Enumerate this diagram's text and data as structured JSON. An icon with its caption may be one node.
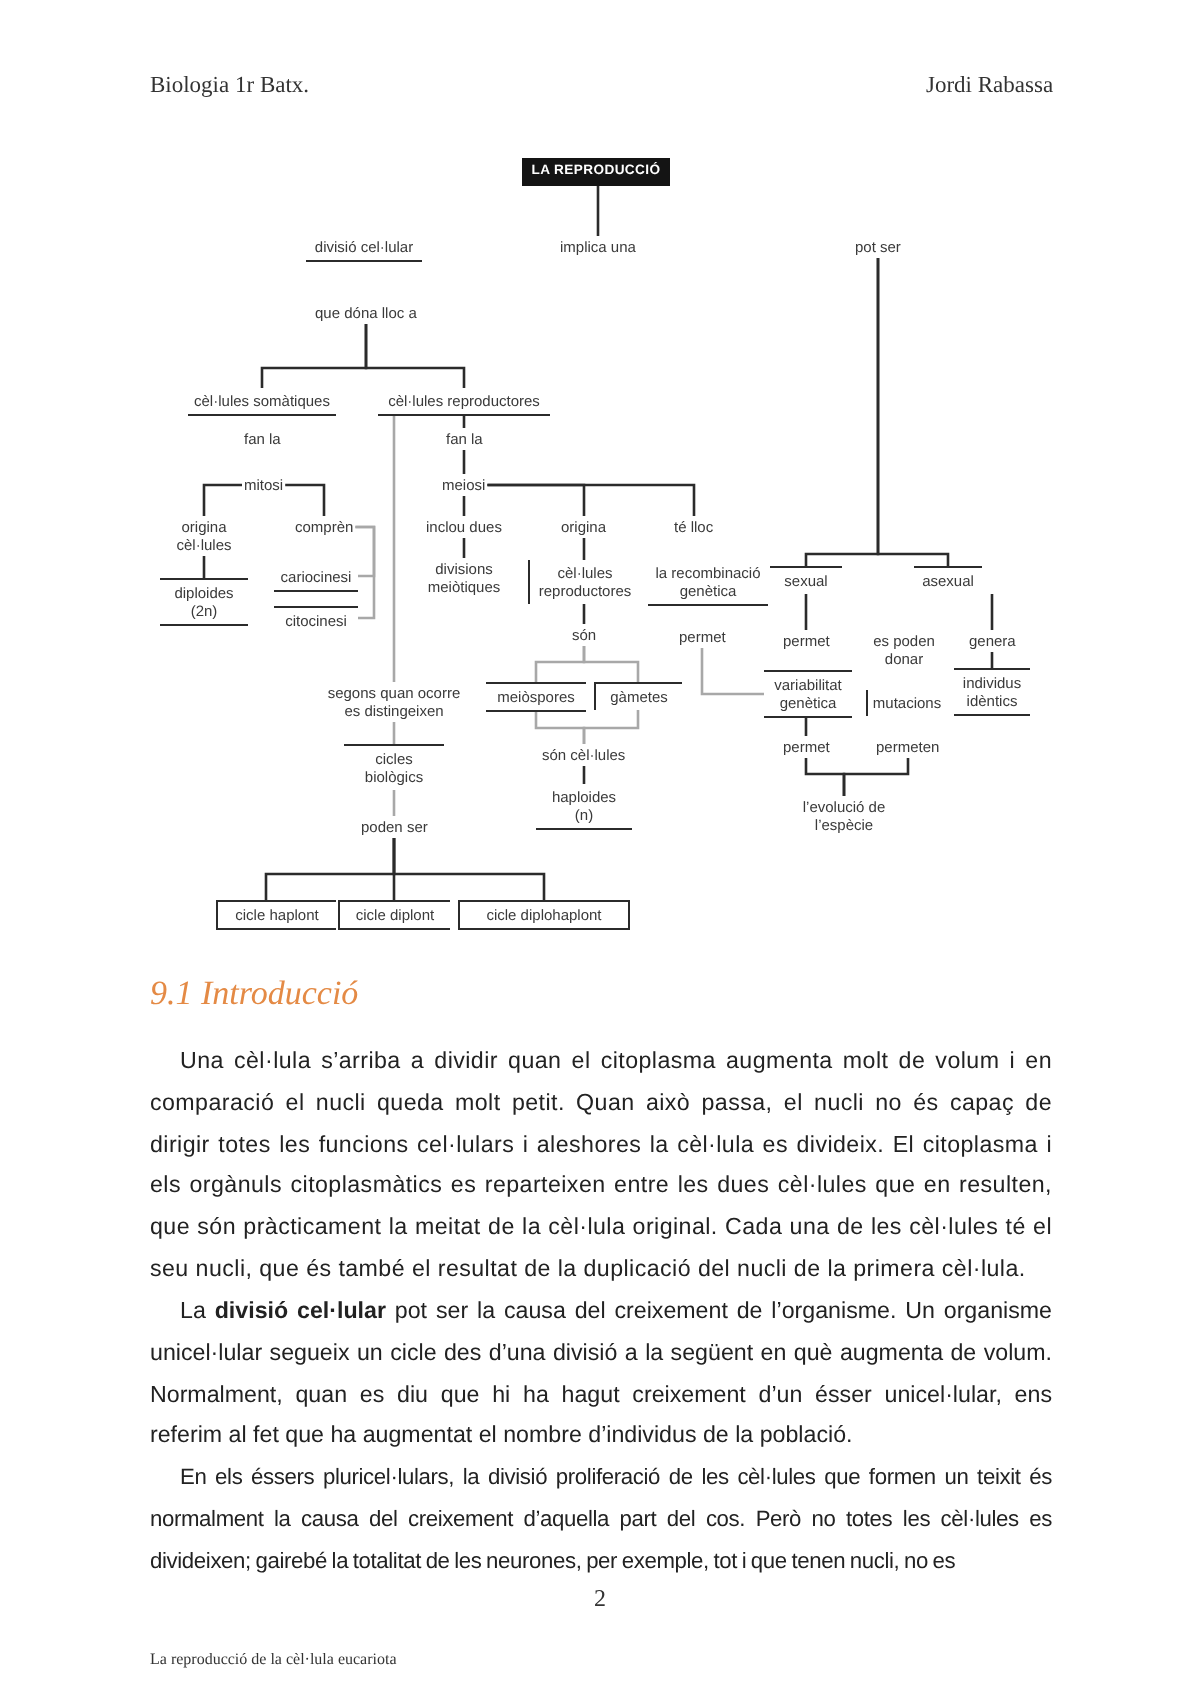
{
  "diagram": {
    "nodes": [
      {
        "text": [
          "LA REPRODUCCIÓ"
        ]
      },
      {
        "text": [
          "divisió cel·lular"
        ]
      },
      {
        "text": [
          "implica una"
        ]
      },
      {
        "text": [
          "pot ser"
        ]
      },
      {
        "text": [
          "que dóna lloc a"
        ]
      },
      {
        "text": [
          "cèl·lules somàtiques"
        ]
      },
      {
        "text": [
          "cèl·lules reproductores"
        ]
      },
      {
        "text": [
          "fan la"
        ]
      },
      {
        "text": [
          "fan la"
        ]
      },
      {
        "text": [
          "mitosi"
        ]
      },
      {
        "text": [
          "meiosi"
        ]
      },
      {
        "text": [
          "origina cèl·lules"
        ]
      },
      {
        "text": [
          "comprèn"
        ]
      },
      {
        "text": [
          "diploides (2n)"
        ]
      },
      {
        "text": [
          "cariocinesi"
        ]
      },
      {
        "text": [
          "citocinesi"
        ]
      },
      {
        "text": [
          "inclou dues"
        ]
      },
      {
        "text": [
          "divisions meiòtiques"
        ]
      },
      {
        "text": [
          "origina"
        ]
      },
      {
        "text": [
          "cèl·lules reproductores"
        ]
      },
      {
        "text": [
          "té lloc"
        ]
      },
      {
        "text": [
          "la recombinació genètica"
        ]
      },
      {
        "text": [
          "són"
        ]
      },
      {
        "text": [
          "permet"
        ]
      },
      {
        "text": [
          "sexual"
        ]
      },
      {
        "text": [
          "asexual"
        ]
      },
      {
        "text": [
          "permet"
        ]
      },
      {
        "text": [
          "es poden donar"
        ]
      },
      {
        "text": [
          "genera"
        ]
      },
      {
        "text": [
          "variabilitat genètica"
        ]
      },
      {
        "text": [
          "mutacions"
        ]
      },
      {
        "text": [
          "individus idèntics"
        ]
      },
      {
        "text": [
          "meiòspores"
        ]
      },
      {
        "text": [
          "gàmetes"
        ]
      },
      {
        "text": [
          "permet"
        ]
      },
      {
        "text": [
          "permeten"
        ]
      },
      {
        "text": [
          "l’evolució de l’espècie"
        ]
      },
      {
        "text": [
          "són cèl·lules"
        ]
      },
      {
        "text": [
          "haploides (n)"
        ]
      },
      {
        "text": [
          "segons quan ocorre es distingeixen"
        ]
      },
      {
        "text": [
          "cicles biològics"
        ]
      },
      {
        "text": [
          "poden ser"
        ]
      },
      {
        "text": [
          "cicle haplont"
        ]
      },
      {
        "text": [
          "cicle diplont"
        ]
      },
      {
        "text": [
          "cicle diplohaplont"
        ]
      }
    ],
    "edges": [
      {
        "from": 0,
        "to": 2,
        "arrow": "none"
      },
      {
        "from": 3,
        "to": 24,
        "arrow": "none"
      },
      {
        "from": 3,
        "to": 25,
        "arrow": "none"
      },
      {
        "from": 4,
        "to": 5,
        "arrow": "none"
      },
      {
        "from": 4,
        "to": 6,
        "arrow": "none"
      },
      {
        "from": 6,
        "to": 8,
        "arrow": "none"
      },
      {
        "from": 8,
        "to": 10,
        "arrow": "none"
      },
      {
        "from": 9,
        "to": 11,
        "arrow": "none"
      },
      {
        "from": 9,
        "to": 12,
        "arrow": "none"
      },
      {
        "from": 11,
        "to": 13,
        "arrow": "none"
      },
      {
        "from": 12,
        "to": 14,
        "arrow": "none",
        "color": "#a8a8a8"
      },
      {
        "from": 12,
        "to": 15,
        "arrow": "none",
        "color": "#a8a8a8"
      },
      {
        "from": 10,
        "to": 16,
        "arrow": "none"
      },
      {
        "from": 16,
        "to": 17,
        "arrow": "none"
      },
      {
        "from": 10,
        "to": 18,
        "arrow": "none"
      },
      {
        "from": 10,
        "to": 20,
        "arrow": "none"
      },
      {
        "from": 18,
        "to": 19,
        "arrow": "none"
      },
      {
        "from": 19,
        "to": 22,
        "arrow": "none"
      },
      {
        "from": 22,
        "to": 32,
        "arrow": "none",
        "color": "#a8a8a8"
      },
      {
        "from": 22,
        "to": 33,
        "arrow": "none",
        "color": "#a8a8a8"
      },
      {
        "from": 32,
        "to": 37,
        "arrow": "none",
        "color": "#a8a8a8"
      },
      {
        "from": 33,
        "to": 37,
        "arrow": "none",
        "color": "#a8a8a8"
      },
      {
        "from": 37,
        "to": 38,
        "arrow": "none"
      },
      {
        "from": 23,
        "to": 29,
        "arrow": "none",
        "color": "#a8a8a8"
      },
      {
        "from": 24,
        "to": 26,
        "arrow": "none"
      },
      {
        "from": 29,
        "to": 34,
        "arrow": "none"
      },
      {
        "from": 34,
        "to": 36,
        "arrow": "none"
      },
      {
        "from": 35,
        "to": 36,
        "arrow": "none"
      },
      {
        "from": 25,
        "to": 28,
        "arrow": "none"
      },
      {
        "from": 28,
        "to": 31,
        "arrow": "none"
      },
      {
        "from": 6,
        "to": 39,
        "arrow": "none",
        "color": "#a8a8a8"
      },
      {
        "from": 39,
        "to": 40,
        "arrow": "none",
        "color": "#a8a8a8"
      },
      {
        "from": 40,
        "to": 41,
        "arrow": "none",
        "color": "#a8a8a8"
      },
      {
        "from": 41,
        "to": 42,
        "arrow": "none"
      },
      {
        "from": 41,
        "to": 43,
        "arrow": "none"
      },
      {
        "from": 41,
        "to": 44,
        "arrow": "none"
      }
    ],
    "labels": [
      "Biologia 1r Batx.",
      "Jordi Rabassa",
      "9.1 Introducció",
      "Una cèl·lula s’arriba a dividir quan el citoplasma augmenta molt de volum i en comparació el nucli queda molt petit. Quan això passa, el nucli no és capaç de dirigir totes les funcions cel·lulars i aleshores la cèl·lula es divideix. El citoplasma i els orgànuls citoplasmàtics es reparteixen entre les dues cèl·lules que en resulten, que són pràcticament la meitat de la cèl·lula original. Cada una de les cèl·lules té el seu nucli, que és també el resultat de la duplicació del nucli de la primera cèl·lula.",
      "La **divisió cel·lular** pot ser la causa del creixement de l’organisme. Un organisme unicel·lular segueix un cicle des d’una divisió a la següent en què augmenta de volum. Normalment, quan es diu que hi ha hagut creixement d’un ésser unicel·lular, ens referim al fet que ha augmentat el nombre d’individus de la població.",
      "En els éssers pluricel·lulars, la divisió proliferació de les cèl·lules que formen un teixit és normalment la causa del creixement d’aquella part del cos. Però no totes les cèl·lules es divideixen; gairebé la totalitat de les neurones, per exemple, tot i que tenen nucli, no es",
      "2",
      "La reproducció de la cèl·lula eucariota"
    ]
  }
}
